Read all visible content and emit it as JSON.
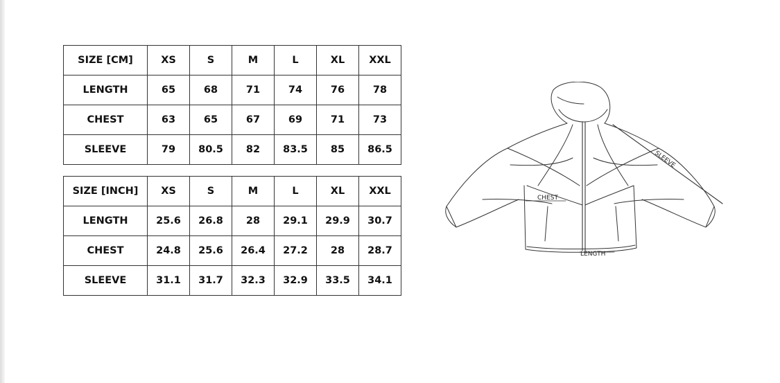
{
  "tables": [
    {
      "id": "cm",
      "rows": [
        [
          "SIZE [CM]",
          "XS",
          "S",
          "M",
          "L",
          "XL",
          "XXL"
        ],
        [
          "LENGTH",
          "65",
          "68",
          "71",
          "74",
          "76",
          "78"
        ],
        [
          "CHEST",
          "63",
          "65",
          "67",
          "69",
          "71",
          "73"
        ],
        [
          "SLEEVE",
          "79",
          "80.5",
          "82",
          "83.5",
          "85",
          "86.5"
        ]
      ]
    },
    {
      "id": "inch",
      "rows": [
        [
          "SIZE [INCH]",
          "XS",
          "S",
          "M",
          "L",
          "XL",
          "XXL"
        ],
        [
          "LENGTH",
          "25.6",
          "26.8",
          "28",
          "29.1",
          "29.9",
          "30.7"
        ],
        [
          "CHEST",
          "24.8",
          "25.6",
          "26.4",
          "27.2",
          "28",
          "28.7"
        ],
        [
          "SLEEVE",
          "31.1",
          "31.7",
          "32.3",
          "32.9",
          "33.5",
          "34.1"
        ]
      ]
    }
  ],
  "diagram": {
    "chest_label": "CHEST",
    "length_label": "LENGTH",
    "sleeve_label": "SLEEVE"
  }
}
